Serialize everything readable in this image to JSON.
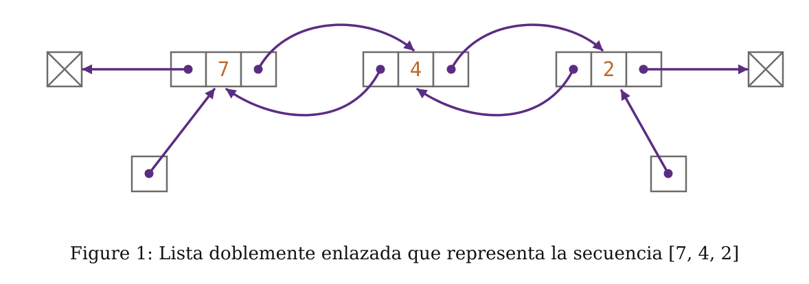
{
  "nodes": [
    {
      "value": "7"
    },
    {
      "value": "4"
    },
    {
      "value": "2"
    }
  ],
  "caption": "Figure 1: Lista doblemente enlazada que representa la secuencia [7, 4, 2]",
  "colors": {
    "pointer": "#5b2d82",
    "value": "#c0692b",
    "box": "#6b6b6b"
  }
}
